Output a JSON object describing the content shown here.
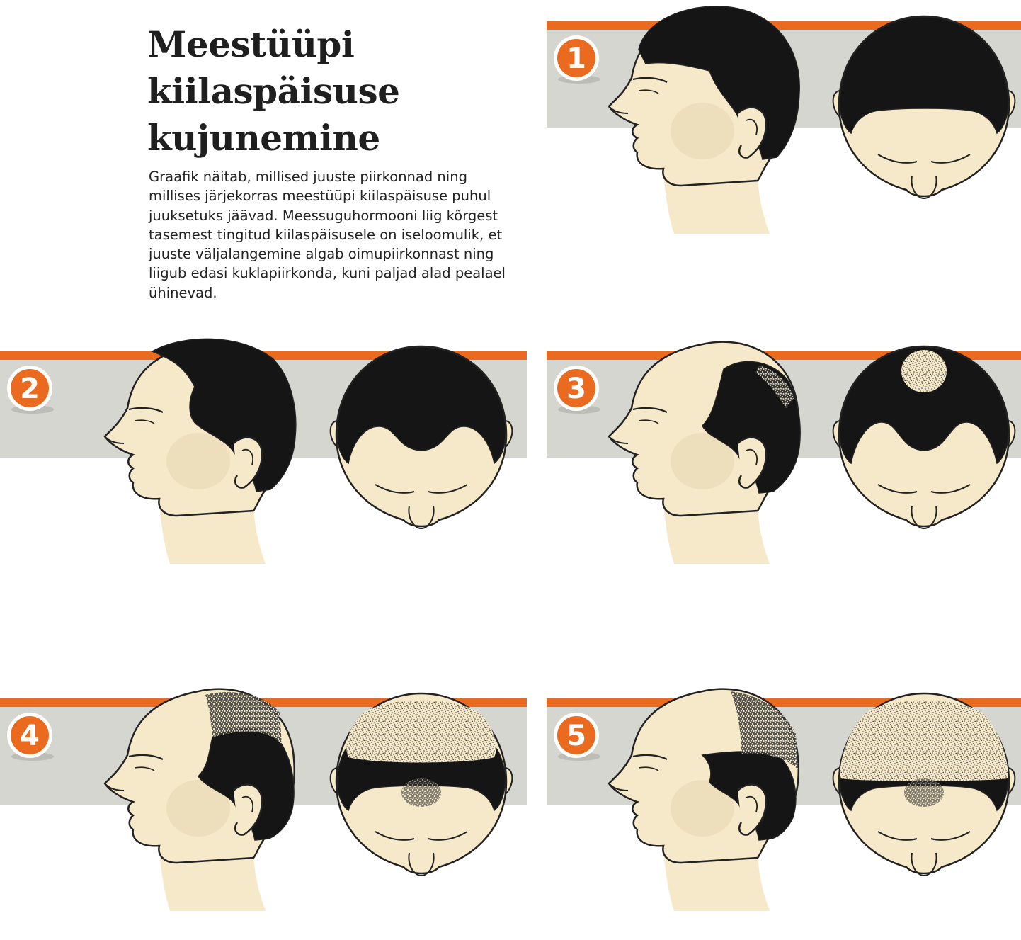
{
  "title": {
    "lines": [
      "Meestüüpi",
      "kiilaspäisuse",
      "kujunemine"
    ]
  },
  "description": {
    "lines": [
      "Graafik näitab, millised juuste piirkonnad ning",
      "millises järjekorras meestüüpi kiilaspäisuse puhul",
      "juuksetuks jäävad. Meessuguhormooni liig kõrgest",
      "tasemest tingitud kiilaspäisusele on iseloomulik, et",
      "juuste väljalangemine algab oimupiirkonnast ning",
      "liigub edasi kuklapiirkonda, kuni paljad alad pealael",
      "ühinevad."
    ]
  },
  "stages": [
    {
      "number": "1"
    },
    {
      "number": "2"
    },
    {
      "number": "3"
    },
    {
      "number": "4"
    },
    {
      "number": "5"
    }
  ],
  "colors": {
    "orange": "#ea6a1f",
    "band_gray": "#d6d6d1",
    "skin": "#f6e9c9",
    "skin_shade": "#ead9b4",
    "hair": "#151515",
    "outline": "#222222"
  }
}
